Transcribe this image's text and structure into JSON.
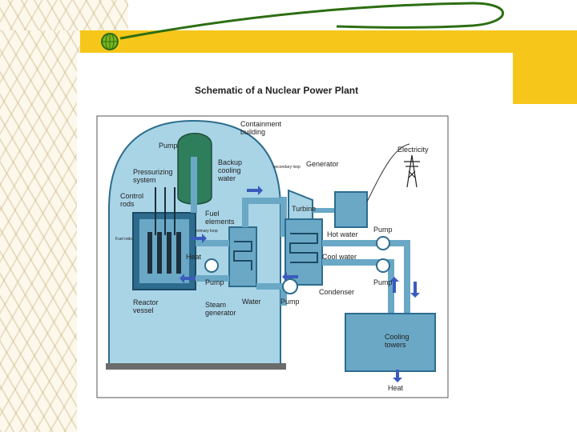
{
  "slide": {
    "title": "Schematic of a Nuclear Power Plant"
  },
  "diagram": {
    "labels": {
      "containment": [
        "Containment",
        "building"
      ],
      "pump_top": "Pump",
      "backup": [
        "Backup",
        "cooling",
        "water"
      ],
      "pressurizing": [
        "Pressurizing",
        "system"
      ],
      "control_rods": [
        "Control",
        "rods"
      ],
      "fuel": [
        "Fuel",
        "elements"
      ],
      "primary_loop": "primary loop",
      "fuel_rods": "Fuel rods",
      "heat": "Heat",
      "pump_mid": "Pump",
      "reactor": [
        "Reactor",
        "vessel"
      ],
      "steam": [
        "Steam",
        "generator"
      ],
      "water": "Water",
      "pump_bottom": "Pump",
      "secondary_loop": "secondary loop",
      "generator": "Generator",
      "electricity": "Electricity",
      "turbine": "Turbine",
      "hot_water": "Hot water",
      "pump_right_top": "Pump",
      "cool_water": "Cool water",
      "pump_right_bottom": "Pump",
      "condenser": "Condenser",
      "cooling_towers": [
        "Cooling",
        "towers"
      ],
      "heat_bottom": "Heat"
    }
  },
  "colors": {
    "yellow": "#f6c71a",
    "green_swoosh": "#2d6e12",
    "blue_light": "#a9d4e6",
    "blue_mid": "#6aa8c6",
    "blue_dark": "#2d6c8e",
    "teal_dome": "#2e7d5b",
    "arrow_blue": "#3a5bbd"
  }
}
